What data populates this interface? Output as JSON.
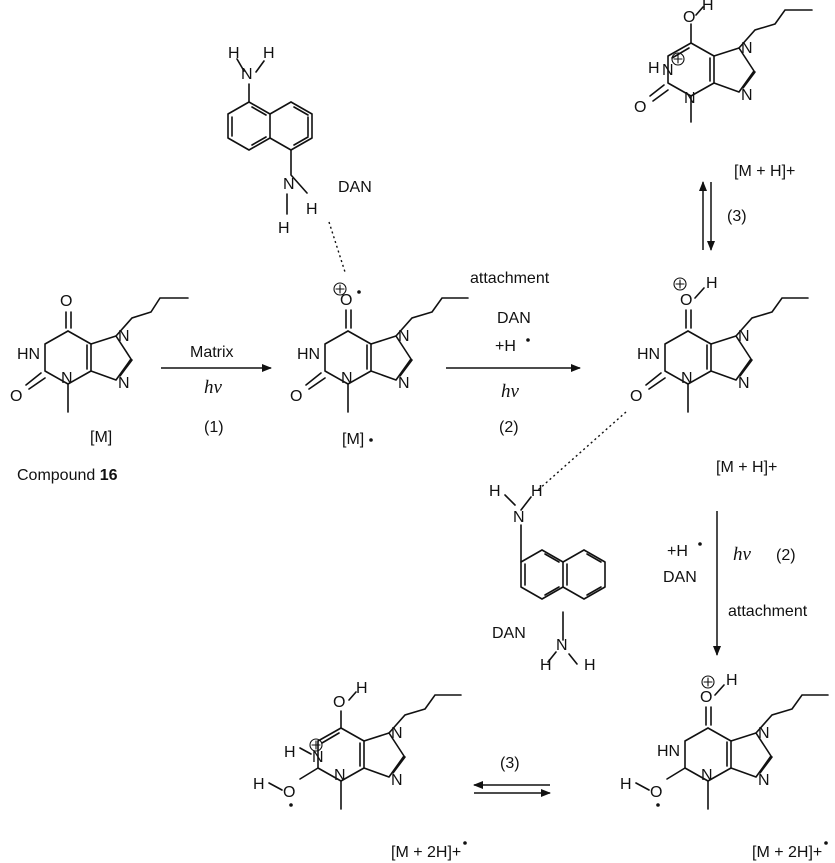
{
  "reagents": {
    "matrix": "Matrix",
    "hv": "hν",
    "step1": "(1)",
    "attachment": "attachment",
    "dan": "DAN",
    "plus_h": "+H",
    "step2": "(2)",
    "step3": "(3)"
  },
  "labels": {
    "m": "[M]",
    "m_radical": "[M]",
    "compound_prefix": "Compound ",
    "compound_number": "16",
    "mh_plus": "[M + H]+",
    "m2h_plus": "[M + 2H]+",
    "dan": "DAN"
  }
}
